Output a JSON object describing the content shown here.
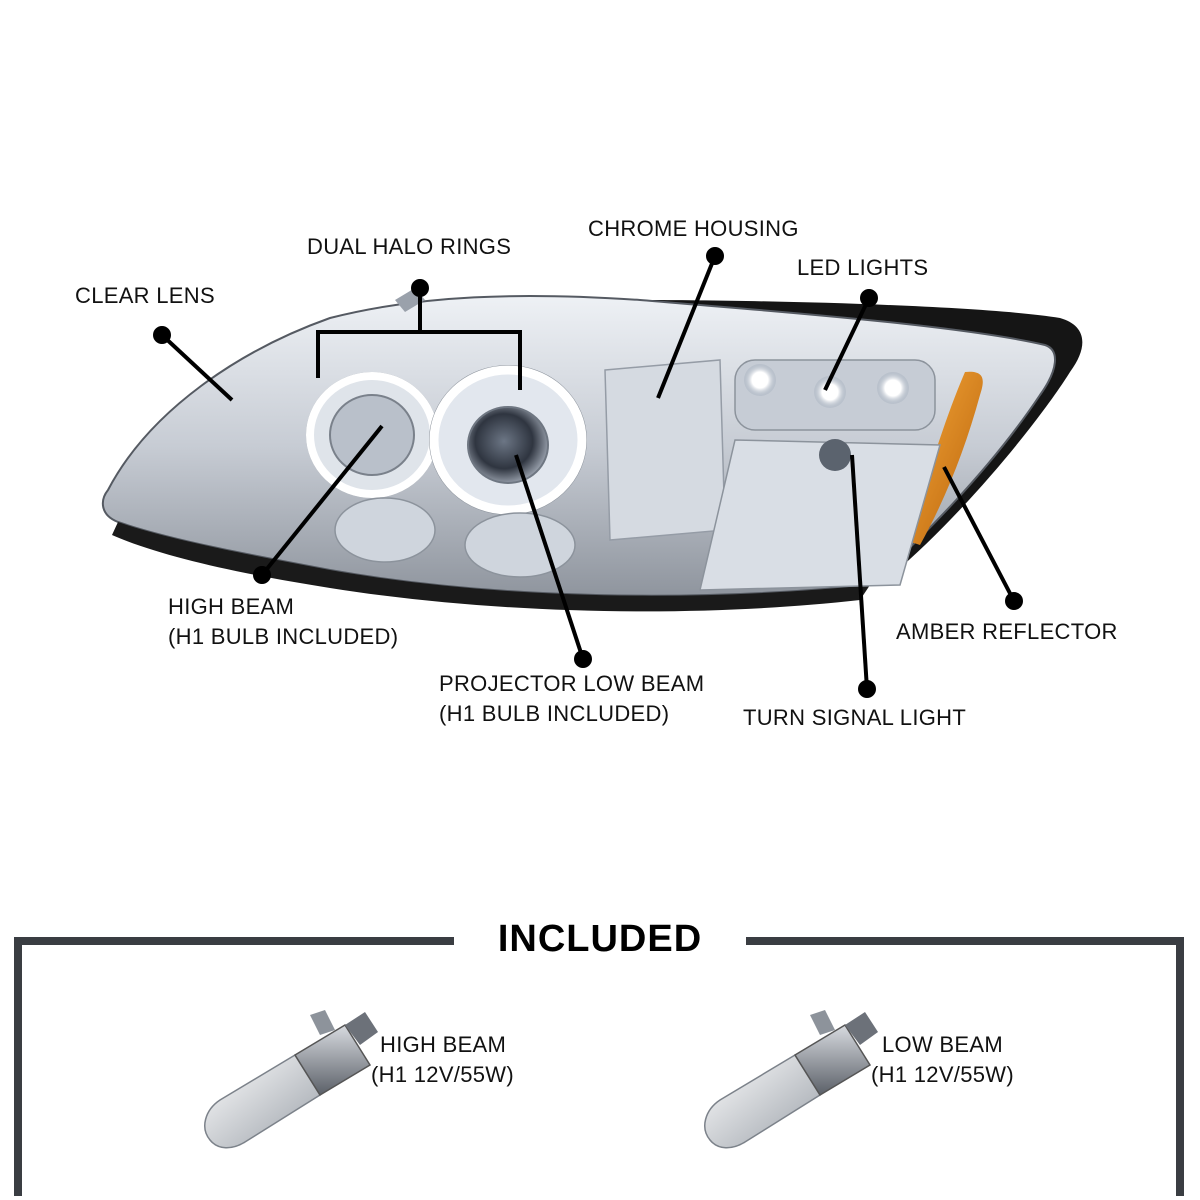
{
  "callouts": {
    "clear_lens": "CLEAR LENS",
    "dual_halo_rings": "DUAL HALO RINGS",
    "chrome_housing": "CHROME HOUSING",
    "led_lights": "LED LIGHTS",
    "high_beam_line1": "HIGH BEAM",
    "high_beam_line2": "(H1 BULB INCLUDED)",
    "projector_low_beam_line1": "PROJECTOR LOW BEAM",
    "projector_low_beam_line2": "(H1 BULB INCLUDED)",
    "turn_signal_light": "TURN SIGNAL LIGHT",
    "amber_reflector": "AMBER REFLECTOR"
  },
  "included": {
    "title": "INCLUDED",
    "items": [
      {
        "line1": "HIGH BEAM",
        "line2": "(H1 12V/55W)"
      },
      {
        "line1": "LOW BEAM",
        "line2": "(H1 12V/55W)"
      }
    ]
  },
  "colors": {
    "amber": "#d9820f",
    "chrome": "#c9ced6",
    "housing_black": "#111111",
    "frame": "#3a3d42"
  }
}
